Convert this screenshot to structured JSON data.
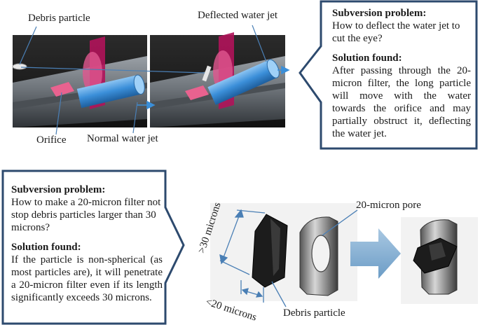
{
  "top": {
    "labels": {
      "debris": "Debris particle",
      "deflected": "Deflected water jet",
      "orifice": "Orifice",
      "normal": "Normal water jet"
    },
    "box": {
      "problem_title": "Subversion problem:",
      "problem_text": "How to deflect the water jet to cut the eye?",
      "solution_title": "Solution found:",
      "solution_text": "After passing through the 20-micron filter, the long particle will move with the water towards the orifice and may partially obstruct it, deflecting the water jet."
    }
  },
  "bottom": {
    "box": {
      "problem_title": "Subversion problem:",
      "problem_text": "How to make a 20-micron filter not stop debris particles larger than 30 microns?",
      "solution_title": "Solution found:",
      "solution_text": "If the particle is non-spherical (as most particles are), it will penetrate a 20-micron filter even if its length significantly exceeds 30 microns."
    },
    "labels": {
      "length": ">30 microns",
      "width": "<20 microns",
      "pore": "20-micron pore",
      "debris": "Debris particle"
    }
  },
  "colors": {
    "box_border": "#2d4a6e",
    "jet": "#3b8fd9",
    "magenta": "#c2185b",
    "arrow": "#7aa7cc"
  }
}
